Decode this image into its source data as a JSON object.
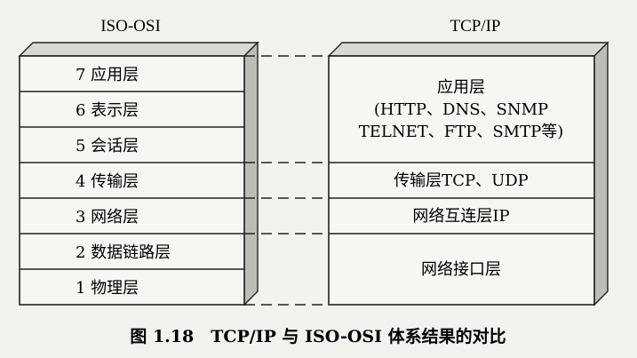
{
  "diagram": {
    "osi_title": "ISO-OSI",
    "tcpip_title": "TCP/IP",
    "osi_layers": [
      "7 应用层",
      "6 表示层",
      "5 会话层",
      "4 传输层",
      "3 网络层",
      "2 数据链路层",
      "1 物理层"
    ],
    "tcpip_layers": [
      {
        "lines": [
          "应用层",
          "(HTTP、DNS、SNMP",
          "TELNET、FTP、SMTP等)"
        ]
      },
      {
        "lines": [
          "传输层TCP、UDP"
        ]
      },
      {
        "lines": [
          "网络互连层IP"
        ]
      },
      {
        "lines": [
          "网络接口层"
        ]
      }
    ],
    "caption": "图 1.18　TCP/IP 与 ISO-OSI 体系结果的对比"
  }
}
